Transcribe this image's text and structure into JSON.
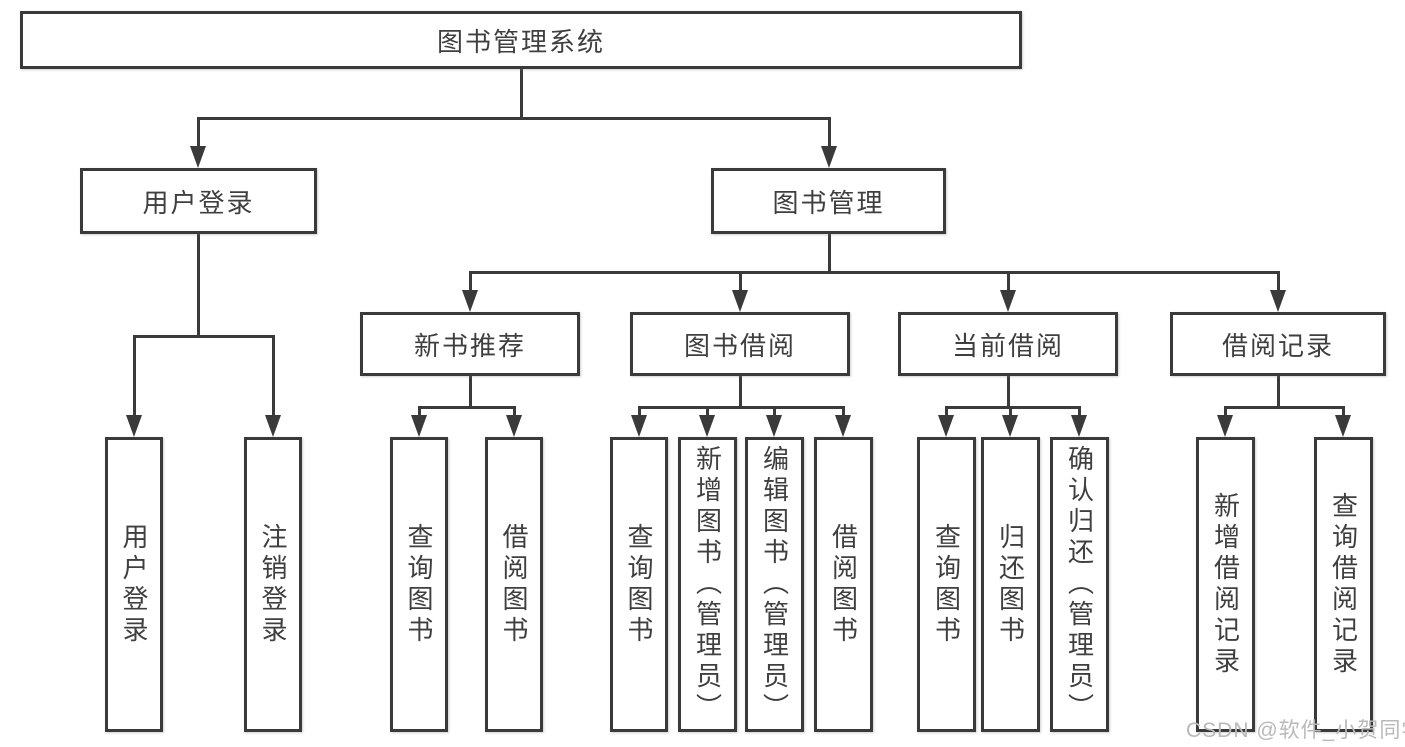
{
  "diagram_title": "图书管理系统",
  "tree": {
    "label": "图书管理系统",
    "children": [
      {
        "label": "用户登录",
        "children": [
          {
            "label": "用户登录"
          },
          {
            "label": "注销登录"
          }
        ]
      },
      {
        "label": "图书管理",
        "children": [
          {
            "label": "新书推荐",
            "children": [
              {
                "label": "查询图书"
              },
              {
                "label": "借阅图书"
              }
            ]
          },
          {
            "label": "图书借阅",
            "children": [
              {
                "label": "查询图书"
              },
              {
                "label": "新增图书（管理员）"
              },
              {
                "label": "编辑图书（管理员）"
              },
              {
                "label": "借阅图书"
              }
            ]
          },
          {
            "label": "当前借阅",
            "children": [
              {
                "label": "查询图书"
              },
              {
                "label": "归还图书"
              },
              {
                "label": "确认归还（管理员）"
              }
            ]
          },
          {
            "label": "借阅记录",
            "children": [
              {
                "label": "新增借阅记录"
              },
              {
                "label": "查询借阅记录"
              }
            ]
          }
        ]
      }
    ]
  },
  "watermark": {
    "text": "CSDN @软件_小贺同学",
    "color": "#b9b9b9"
  },
  "colors": {
    "line": "#3a3a3a",
    "text": "#3f3f3f",
    "background": "#ffffff"
  }
}
